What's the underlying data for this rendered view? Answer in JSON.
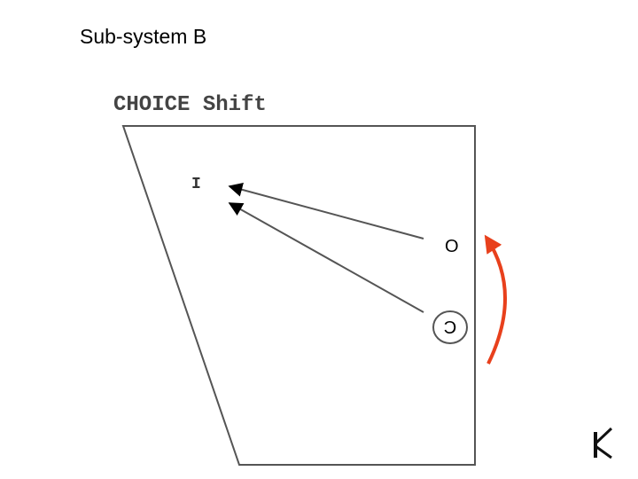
{
  "slide": {
    "title": "Sub-system B"
  },
  "diagram": {
    "heading": "CHOICE Shift",
    "target_label": "I",
    "upper_source_label": "O",
    "lower_source_label": "C",
    "shift_arrow_color": "#e8401c",
    "line_color": "#555555",
    "corner_icon": "bracket-arrow-icon"
  }
}
